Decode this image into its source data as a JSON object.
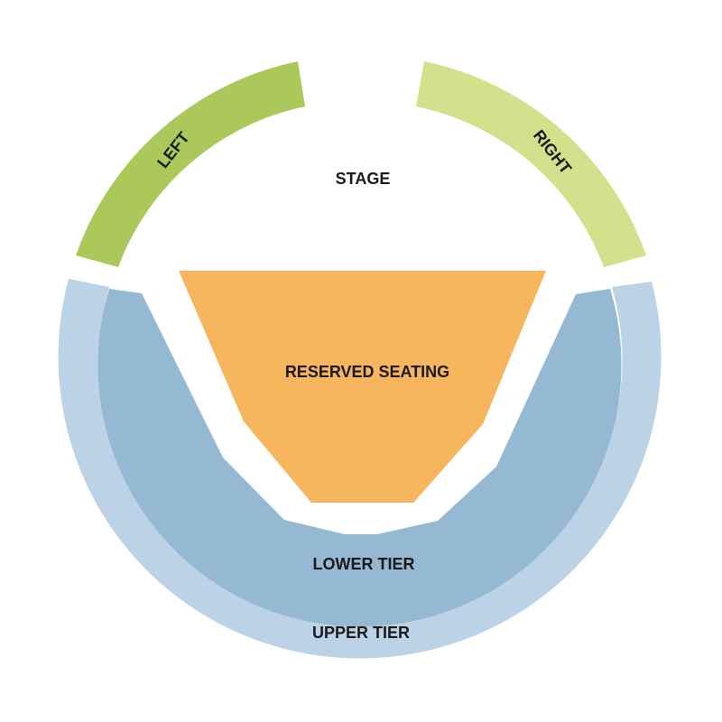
{
  "seating_chart": {
    "stage": {
      "label": "STAGE"
    },
    "sections": {
      "left": {
        "label": "LEFT",
        "color": "#abc85a"
      },
      "right": {
        "label": "RIGHT",
        "color": "#d3e08c"
      },
      "reserved": {
        "label": "RESERVED SEATING",
        "color": "#f7b55d"
      },
      "lower_tier": {
        "label": "LOWER TIER",
        "color": "#95b9d3"
      },
      "upper_tier": {
        "label": "UPPER TIER",
        "color": "#bcd2e6"
      }
    }
  }
}
